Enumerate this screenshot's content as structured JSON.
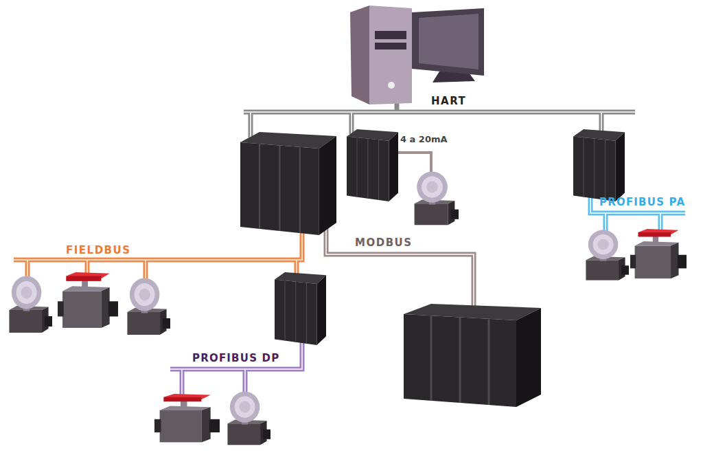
{
  "diagram": {
    "labels": [
      "HART",
      "4 a 20mA",
      "MODBUS",
      "FIELDBUS",
      "PROFIBUS DP",
      "PROFIBUS PA"
    ]
  }
}
